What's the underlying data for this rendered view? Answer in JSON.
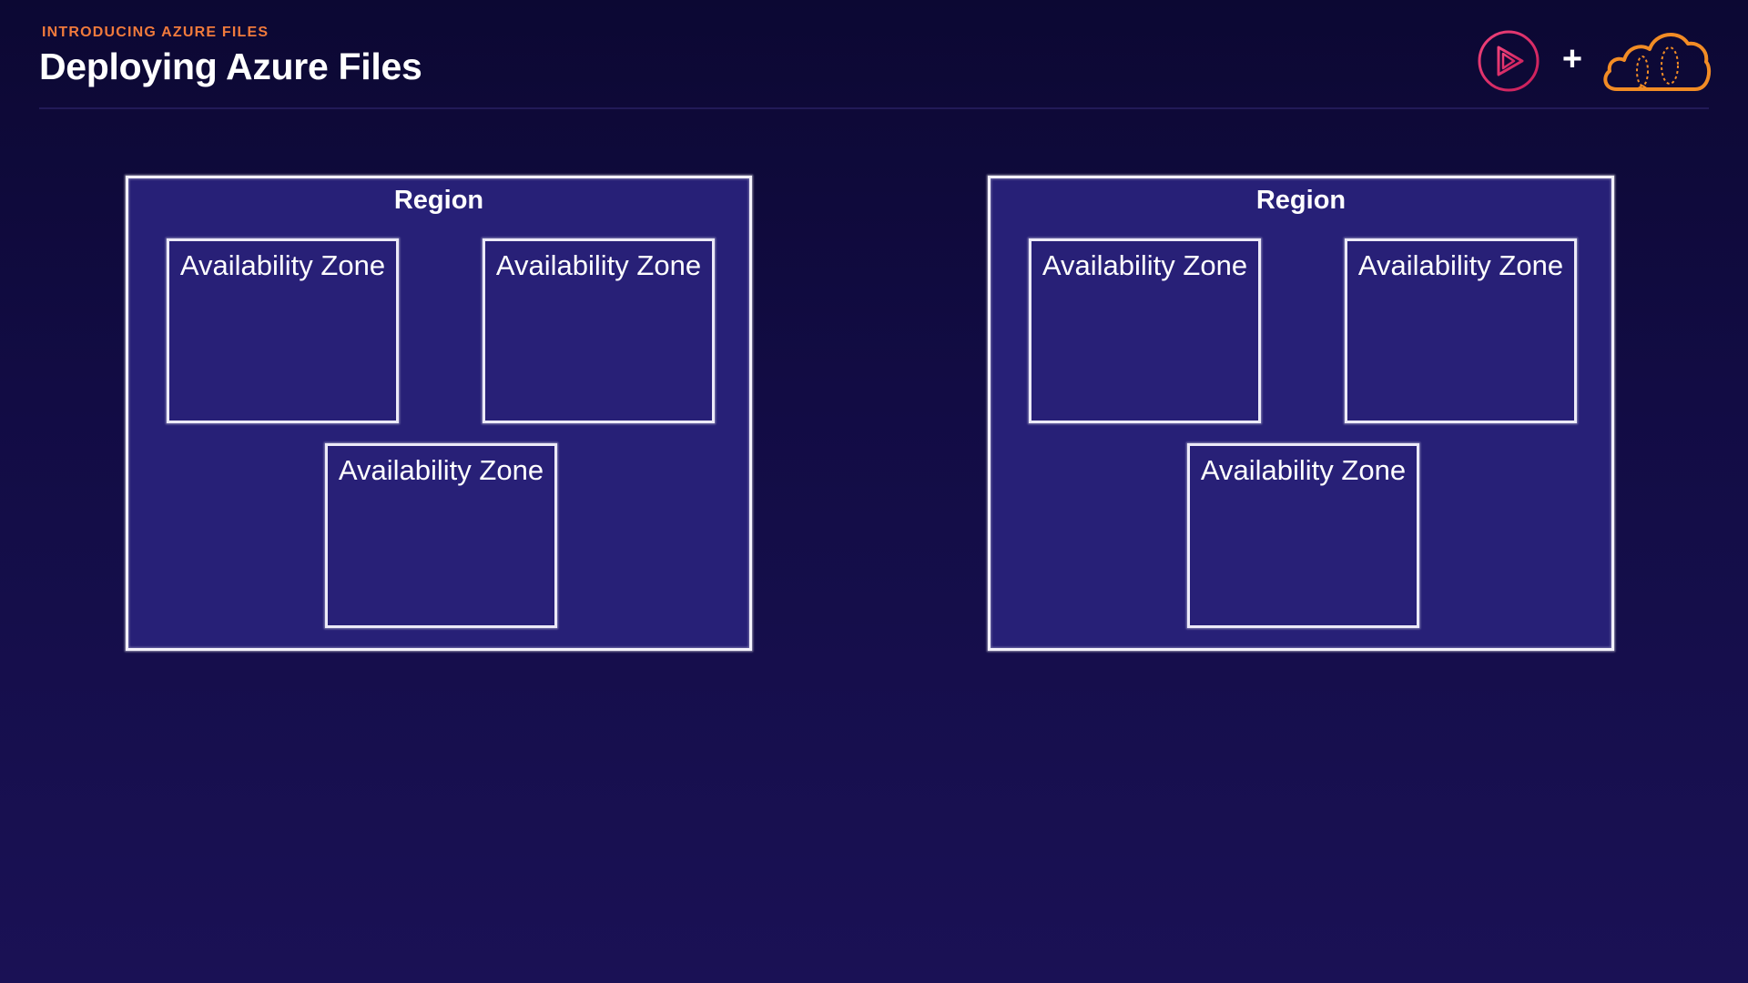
{
  "header": {
    "kicker": "INTRODUCING AZURE FILES",
    "title": "Deploying Azure Files"
  },
  "logos": {
    "plus": "+",
    "play_icon": "play-icon",
    "cloud_icon": "cloud-guru-icon",
    "colors": {
      "play": "#e3246b",
      "cloud": "#f28c25"
    }
  },
  "regions": [
    {
      "label": "Region",
      "zones": [
        "Availability Zone",
        "Availability Zone",
        "Availability Zone"
      ]
    },
    {
      "label": "Region",
      "zones": [
        "Availability Zone",
        "Availability Zone",
        "Availability Zone"
      ]
    }
  ],
  "colors": {
    "background": "#120c44",
    "region_fill": "#272077",
    "accent": "#f07a3c",
    "border": "#f3f1fb"
  }
}
